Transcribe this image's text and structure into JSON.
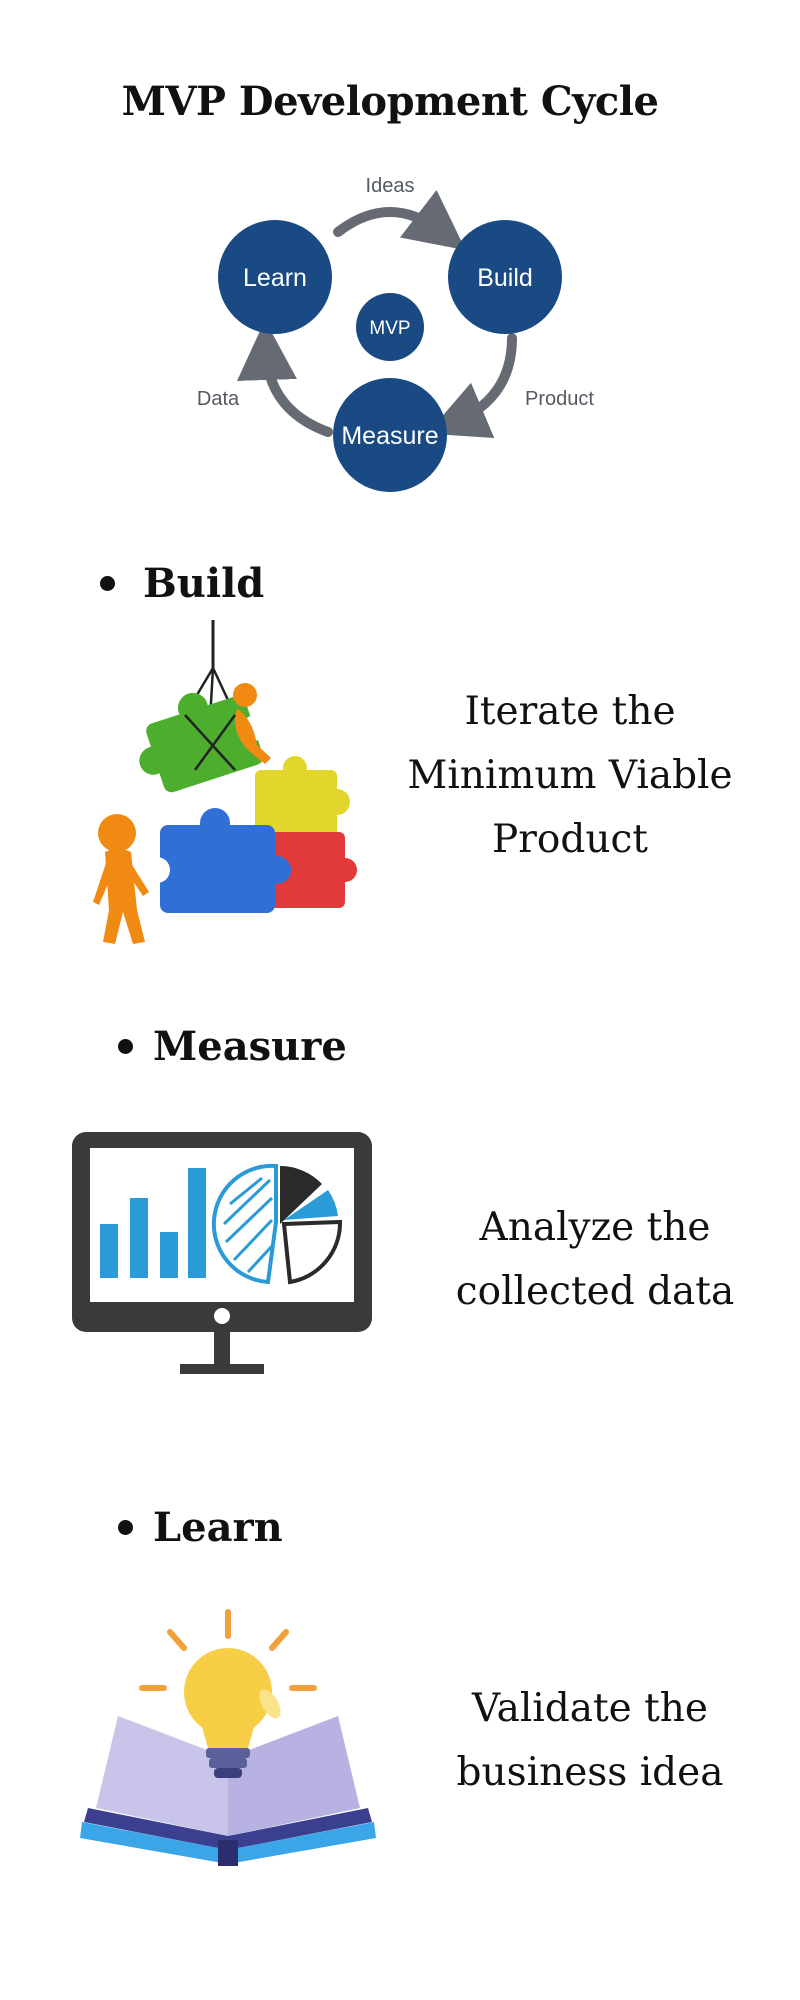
{
  "title": "MVP Development Cycle",
  "cycle": {
    "center": "MVP",
    "nodes": {
      "learn": "Learn",
      "build": "Build",
      "measure": "Measure"
    },
    "edges": {
      "learn_to_build": "Ideas",
      "build_to_measure": "Product",
      "measure_to_learn": "Data"
    },
    "colors": {
      "node": "#1a4a84",
      "arrow": "#666a72"
    }
  },
  "sections": [
    {
      "heading": "Build",
      "description_lines": [
        "Iterate the",
        "Minimum Viable",
        "Product"
      ],
      "illustration": "puzzle-teamwork-illustration"
    },
    {
      "heading": "Measure",
      "description_lines": [
        "Analyze the",
        "collected data"
      ],
      "illustration": "monitor-chart-icon"
    },
    {
      "heading": "Learn",
      "description_lines": [
        "Validate the",
        "business idea"
      ],
      "illustration": "lightbulb-book-icon"
    }
  ]
}
